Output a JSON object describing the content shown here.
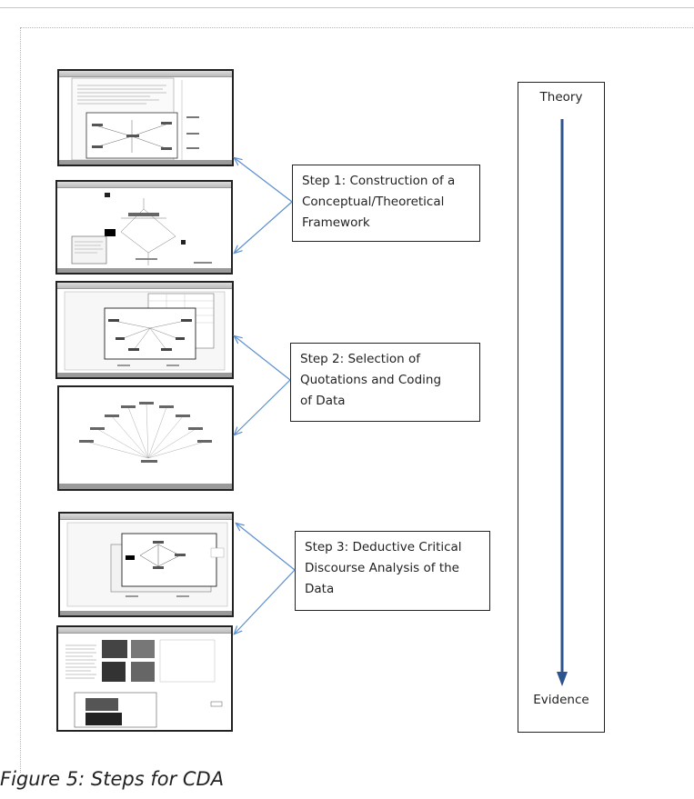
{
  "steps": [
    {
      "label": "Step 1: Construction of a Conceptual/Theoretical Framework",
      "lines": [
        "Step 1: Construction of a",
        "Conceptual/Theoretical",
        "Framework"
      ]
    },
    {
      "label": "Step 2: Selection of Quotations and Coding of Data",
      "lines": [
        "Step 2: Selection of",
        "Quotations and Coding",
        "of Data"
      ]
    },
    {
      "label": "Step 3: Deductive Critical Discourse Analysis of the Data",
      "lines": [
        "Step 3: Deductive Critical",
        "Discourse Analysis of the",
        "Data"
      ]
    }
  ],
  "axis": {
    "top": "Theory",
    "bottom": "Evidence",
    "arrow_color": "#2e5490"
  },
  "caption": "Figure 5: Steps for CDA",
  "colors": {
    "connector": "#5b8fd0",
    "border": "#222222"
  }
}
